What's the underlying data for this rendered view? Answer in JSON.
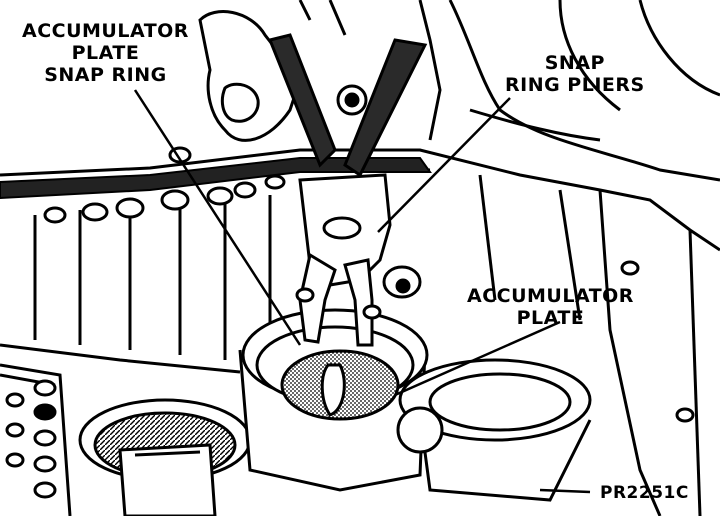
{
  "labels": {
    "accumulator_plate_snap_ring": {
      "line1": "ACCUMULATOR",
      "line2": "PLATE",
      "line3": "SNAP RING"
    },
    "snap_ring_pliers": {
      "line1": "SNAP",
      "line2": "RING PLIERS"
    },
    "accumulator_plate": {
      "line1": "ACCUMULATOR",
      "line2": "PLATE"
    }
  },
  "figure_id": "PR2251C",
  "colors": {
    "ink": "#000000",
    "paper": "#ffffff",
    "shade": "#3a3a3a"
  }
}
